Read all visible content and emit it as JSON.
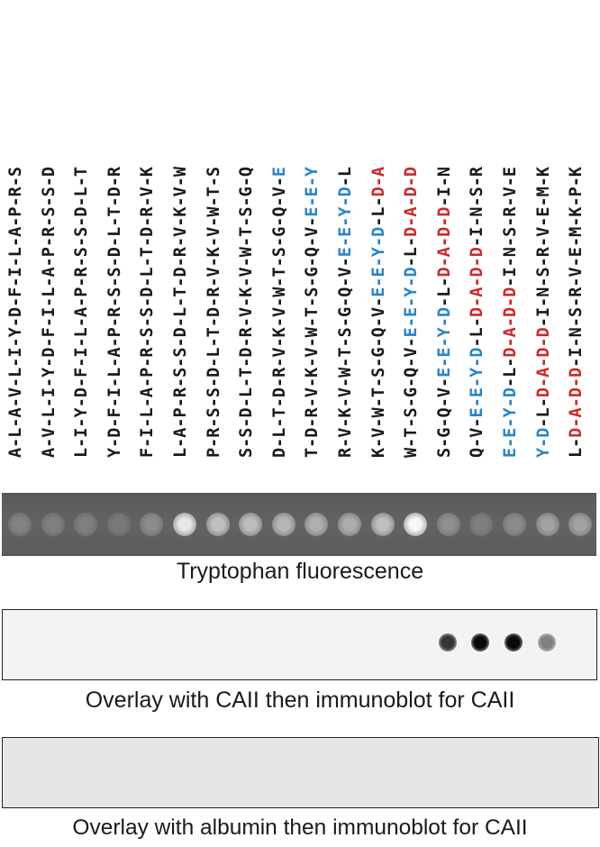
{
  "sequences": [
    {
      "text": "A-L-A-V-L-I-Y-D-F-I-L-A-P-R-S",
      "blue": [],
      "red": []
    },
    {
      "text": "A-V-L-I-Y-D-F-I-L-A-P-R-S-S-D",
      "blue": [],
      "red": []
    },
    {
      "text": "L-I-Y-D-F-I-L-A-P-R-S-S-D-L-T",
      "blue": [],
      "red": []
    },
    {
      "text": "Y-D-F-I-L-A-P-R-S-S-D-L-T-D-R",
      "blue": [],
      "red": []
    },
    {
      "text": "F-I-L-A-P-R-S-S-D-L-T-D-R-V-K",
      "blue": [],
      "red": []
    },
    {
      "text": "L-A-P-R-S-S-D-L-T-D-R-V-K-V-W",
      "blue": [],
      "red": []
    },
    {
      "text": "P-R-S-S-D-L-T-D-R-V-K-V-W-T-S",
      "blue": [],
      "red": []
    },
    {
      "text": "S-S-D-L-T-D-R-V-K-V-W-T-S-G-Q",
      "blue": [],
      "red": []
    },
    {
      "text": "D-L-T-D-R-V-K-V-W-T-S-G-Q-V-E",
      "blue": [
        14
      ],
      "red": []
    },
    {
      "text": "T-D-R-V-K-V-W-T-S-G-Q-V-E-E-Y",
      "blue": [
        12,
        13,
        14
      ],
      "red": []
    },
    {
      "text": "R-V-K-V-W-T-S-G-Q-V-E-E-Y-D-L",
      "blue": [
        10,
        11,
        12,
        13
      ],
      "red": []
    },
    {
      "text": "K-V-W-T-S-G-Q-V-E-E-Y-D-L-D-A",
      "blue": [
        8,
        9,
        10,
        11
      ],
      "red": [
        13,
        14
      ]
    },
    {
      "text": "W-T-S-G-Q-V-E-E-Y-D-L-D-A-D-D",
      "blue": [
        6,
        7,
        8,
        9
      ],
      "red": [
        11,
        12,
        13,
        14
      ]
    },
    {
      "text": "S-G-Q-V-E-E-Y-D-L-D-A-D-D-I-N",
      "blue": [
        4,
        5,
        6,
        7
      ],
      "red": [
        9,
        10,
        11,
        12
      ]
    },
    {
      "text": "Q-V-E-E-Y-D-L-D-A-D-D-I-N-S-R",
      "blue": [
        2,
        3,
        4,
        5
      ],
      "red": [
        7,
        8,
        9,
        10
      ]
    },
    {
      "text": "E-E-Y-D-L-D-A-D-D-I-N-S-R-V-E",
      "blue": [
        0,
        1,
        2,
        3
      ],
      "red": [
        5,
        6,
        7,
        8
      ]
    },
    {
      "text": "Y-D-L-D-A-D-D-I-N-S-R-V-E-M-K",
      "blue": [
        0,
        1
      ],
      "red": [
        3,
        4,
        5,
        6
      ]
    },
    {
      "text": "L-D-A-D-D-I-N-S-R-V-E-M-K-P-K",
      "blue": [],
      "red": [
        1,
        2,
        3,
        4
      ]
    }
  ],
  "colors": {
    "blue_residue": "#2a84c8",
    "red_residue": "#cc2a2a"
  },
  "trp_intensity": [
    0.22,
    0.2,
    0.2,
    0.16,
    0.28,
    0.85,
    0.6,
    0.58,
    0.55,
    0.5,
    0.48,
    0.6,
    0.95,
    0.3,
    0.2,
    0.28,
    0.42,
    0.42
  ],
  "caii_intensity": [
    0,
    0,
    0,
    0,
    0,
    0,
    0,
    0,
    0,
    0,
    0,
    0,
    0,
    0.8,
    1.0,
    1.0,
    0.45,
    0
  ],
  "captions": {
    "trp": "Tryptophan fluorescence",
    "caii": "Overlay with CAII then immunoblot for CAII",
    "albumin": "Overlay with albumin then immunoblot for CAII"
  }
}
